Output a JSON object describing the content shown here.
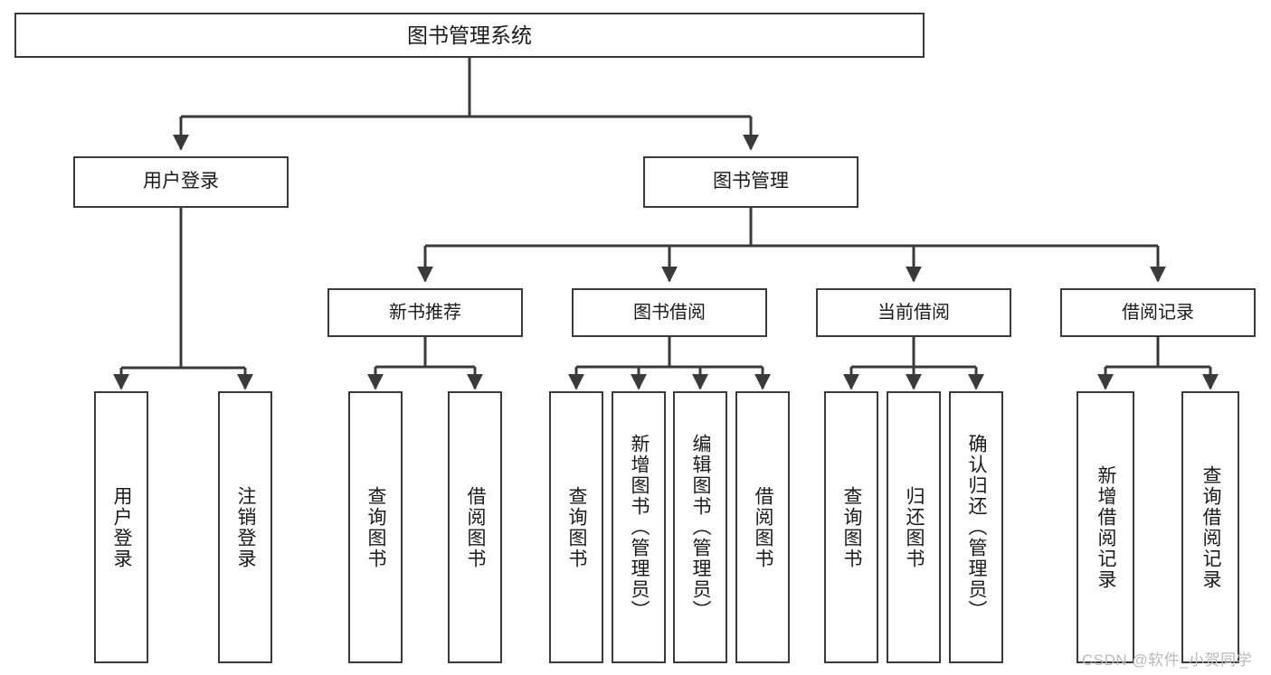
{
  "diagram": {
    "title": "图书管理系统",
    "type": "tree-hierarchy-diagram",
    "root": {
      "label": "图书管理系统"
    },
    "tier2": [
      {
        "label": "用户登录"
      },
      {
        "label": "图书管理"
      }
    ],
    "tier3": [
      {
        "label": "新书推荐"
      },
      {
        "label": "图书借阅"
      },
      {
        "label": "当前借阅"
      },
      {
        "label": "借阅记录"
      }
    ],
    "leaves": {
      "user_login": [
        {
          "label": "用户登录"
        },
        {
          "label": "注销登录"
        }
      ],
      "new_book_recommend": [
        {
          "label": "查询图书"
        },
        {
          "label": "借阅图书"
        }
      ],
      "book_borrow": [
        {
          "label": "查询图书"
        },
        {
          "label": "新增图书（管理员）"
        },
        {
          "label": "编辑图书（管理员）"
        },
        {
          "label": "借阅图书"
        }
      ],
      "current_borrow": [
        {
          "label": "查询图书"
        },
        {
          "label": "归还图书"
        },
        {
          "label": "确认归还（管理员）"
        }
      ],
      "borrow_record": [
        {
          "label": "新增借阅记录"
        },
        {
          "label": "查询借阅记录"
        }
      ]
    }
  },
  "watermark": {
    "text": "CSDN @软件_小贺同学"
  },
  "colors": {
    "stroke": "#3a3a3a",
    "background": "#ffffff",
    "text": "#1a1a1a",
    "watermark": "#b9b9b9"
  }
}
